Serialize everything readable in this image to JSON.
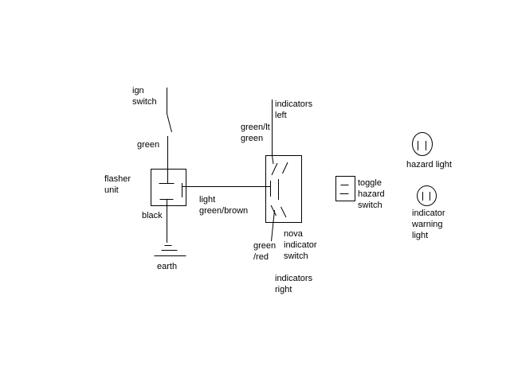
{
  "diagram": {
    "colors": {
      "background": "#ffffff",
      "line": "#000000",
      "text": "#000000"
    },
    "labels": {
      "ign_switch": "ign\nswitch",
      "green": "green",
      "flasher_unit": "flasher\nunit",
      "black": "black",
      "earth": "earth",
      "light_green_brown": "light\ngreen/brown",
      "indicators_left": "indicators\nleft",
      "green_lt_green": "green/lt\ngreen",
      "green_red": "green\n/red",
      "nova_indicator_switch": "nova\nindicator\nswitch",
      "indicators_right": "indicators\nright",
      "toggle_hazard_switch": "toggle\nhazard\nswitch",
      "hazard_light": "hazard light",
      "indicator_warning_light": "indicator\nwarning\nlight"
    }
  }
}
